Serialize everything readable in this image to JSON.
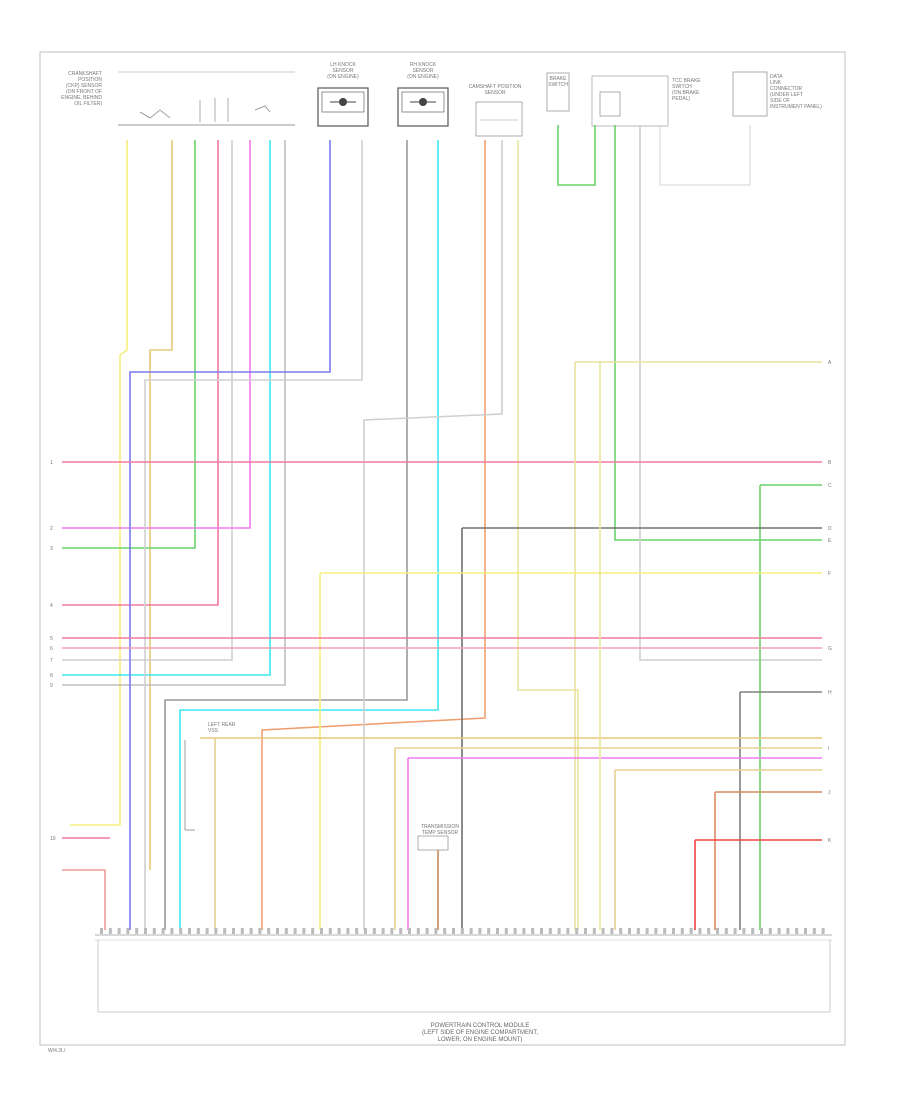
{
  "diagram": {
    "footer_code": "W/4.2L/",
    "pcm_title": [
      "POWERTRAIN CONTROL MODULE",
      "(LEFT SIDE OF ENGINE COMPARTMENT,",
      "LOWER, ON ENGINE MOUNT)"
    ],
    "components": {
      "ckp_sensor": [
        "CRANKSHAFT",
        "POSITION",
        "(CKP) SENSOR",
        "(ON FRONT OF",
        "ENGINE, BEHIND",
        "OIL FILTER)"
      ],
      "left_knock": [
        "LH KNOCK",
        "SENSOR",
        "(ON ENGINE)"
      ],
      "right_knock": [
        "RH KNOCK",
        "SENSOR",
        "(ON ENGINE)"
      ],
      "cam_sensor": [
        "CAMSHAFT POSITION",
        "SENSOR"
      ],
      "brake_switch": [
        "BRAKE",
        "SWITCH"
      ],
      "tcc_switch": [
        "TCC BRAKE",
        "SWITCH",
        "(ON BRAKE",
        "PEDAL)"
      ],
      "data_link": [
        "DATA",
        "LINK",
        "CONNECTOR",
        "(UNDER LEFT",
        "SIDE OF",
        "INSTRUMENT PANEL)"
      ],
      "vss": [
        "LEFT REAR",
        "VSS"
      ],
      "trans_sensor": [
        "TRANSMISSION",
        "TEMP SENSOR"
      ]
    },
    "left_refs": [
      "1",
      "2",
      "3",
      "4",
      "5",
      "6",
      "7",
      "8",
      "9",
      "10"
    ],
    "right_refs": [
      "A",
      "B",
      "C",
      "D",
      "E",
      "F",
      "G",
      "H",
      "I",
      "J",
      "K"
    ],
    "wire_colors": {
      "yellow": "#f5f07a",
      "tan": "#e8c878",
      "blue": "#7a7af0",
      "cyan": "#3fe8f0",
      "pink": "#f27aa0",
      "magenta": "#f07af0",
      "green": "#6ad26a",
      "red": "#ee4444",
      "orange": "#f0a070",
      "gray": "#c8c8c8",
      "black": "#606060",
      "brown": "#c88a5a"
    }
  }
}
